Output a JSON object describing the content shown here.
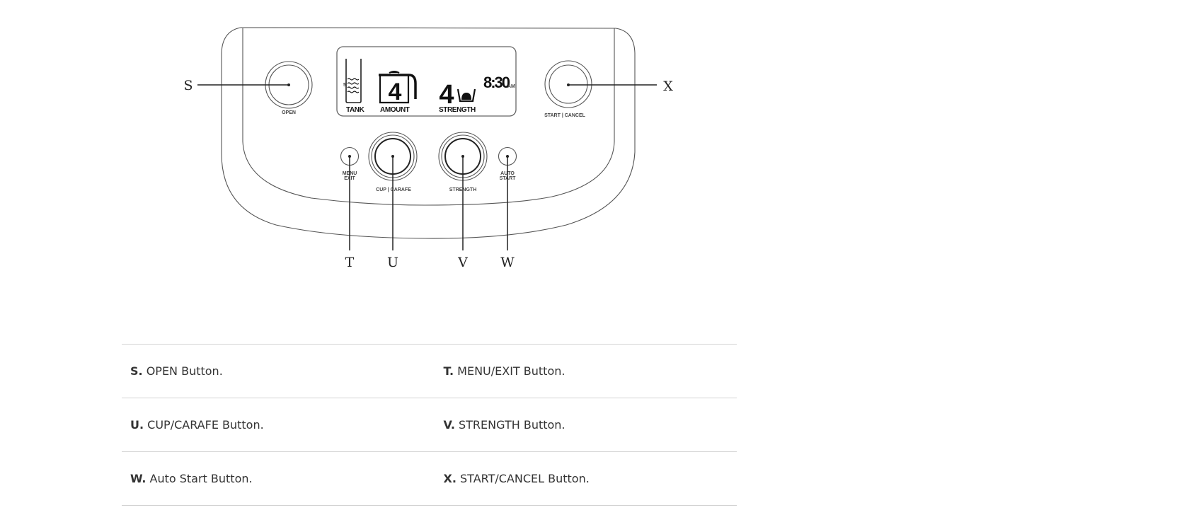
{
  "diagram": {
    "title": "Coffee maker control panel",
    "callouts": {
      "S": "S",
      "T": "T",
      "U": "U",
      "V": "V",
      "W": "W",
      "X": "X"
    },
    "buttons": {
      "open": "OPEN",
      "start_cancel": "START | CANCEL",
      "menu_exit_line1": "MENU",
      "menu_exit_line2": "EXIT",
      "cup_carafe": "CUP | CARAFE",
      "strength": "STRENGTH",
      "auto_start_line1": "AUTO",
      "auto_start_line2": "START"
    },
    "lcd": {
      "tank_label": "TANK",
      "tank_mark": "5",
      "amount_label": "AMOUNT",
      "amount_value": "4",
      "strength_label": "STRENGTH",
      "strength_value": "4",
      "clock_time": "8:30",
      "clock_ampm": "AM"
    }
  },
  "legend": {
    "rows": [
      [
        {
          "key": "S.",
          "text": " OPEN Button."
        },
        {
          "key": "T.",
          "text": " MENU/EXIT Button."
        }
      ],
      [
        {
          "key": "U.",
          "text": " CUP/CARAFE Button."
        },
        {
          "key": "V.",
          "text": " STRENGTH Button."
        }
      ],
      [
        {
          "key": "W.",
          "text": " Auto Start Button."
        },
        {
          "key": "X.",
          "text": " START/CANCEL Button."
        }
      ]
    ]
  }
}
